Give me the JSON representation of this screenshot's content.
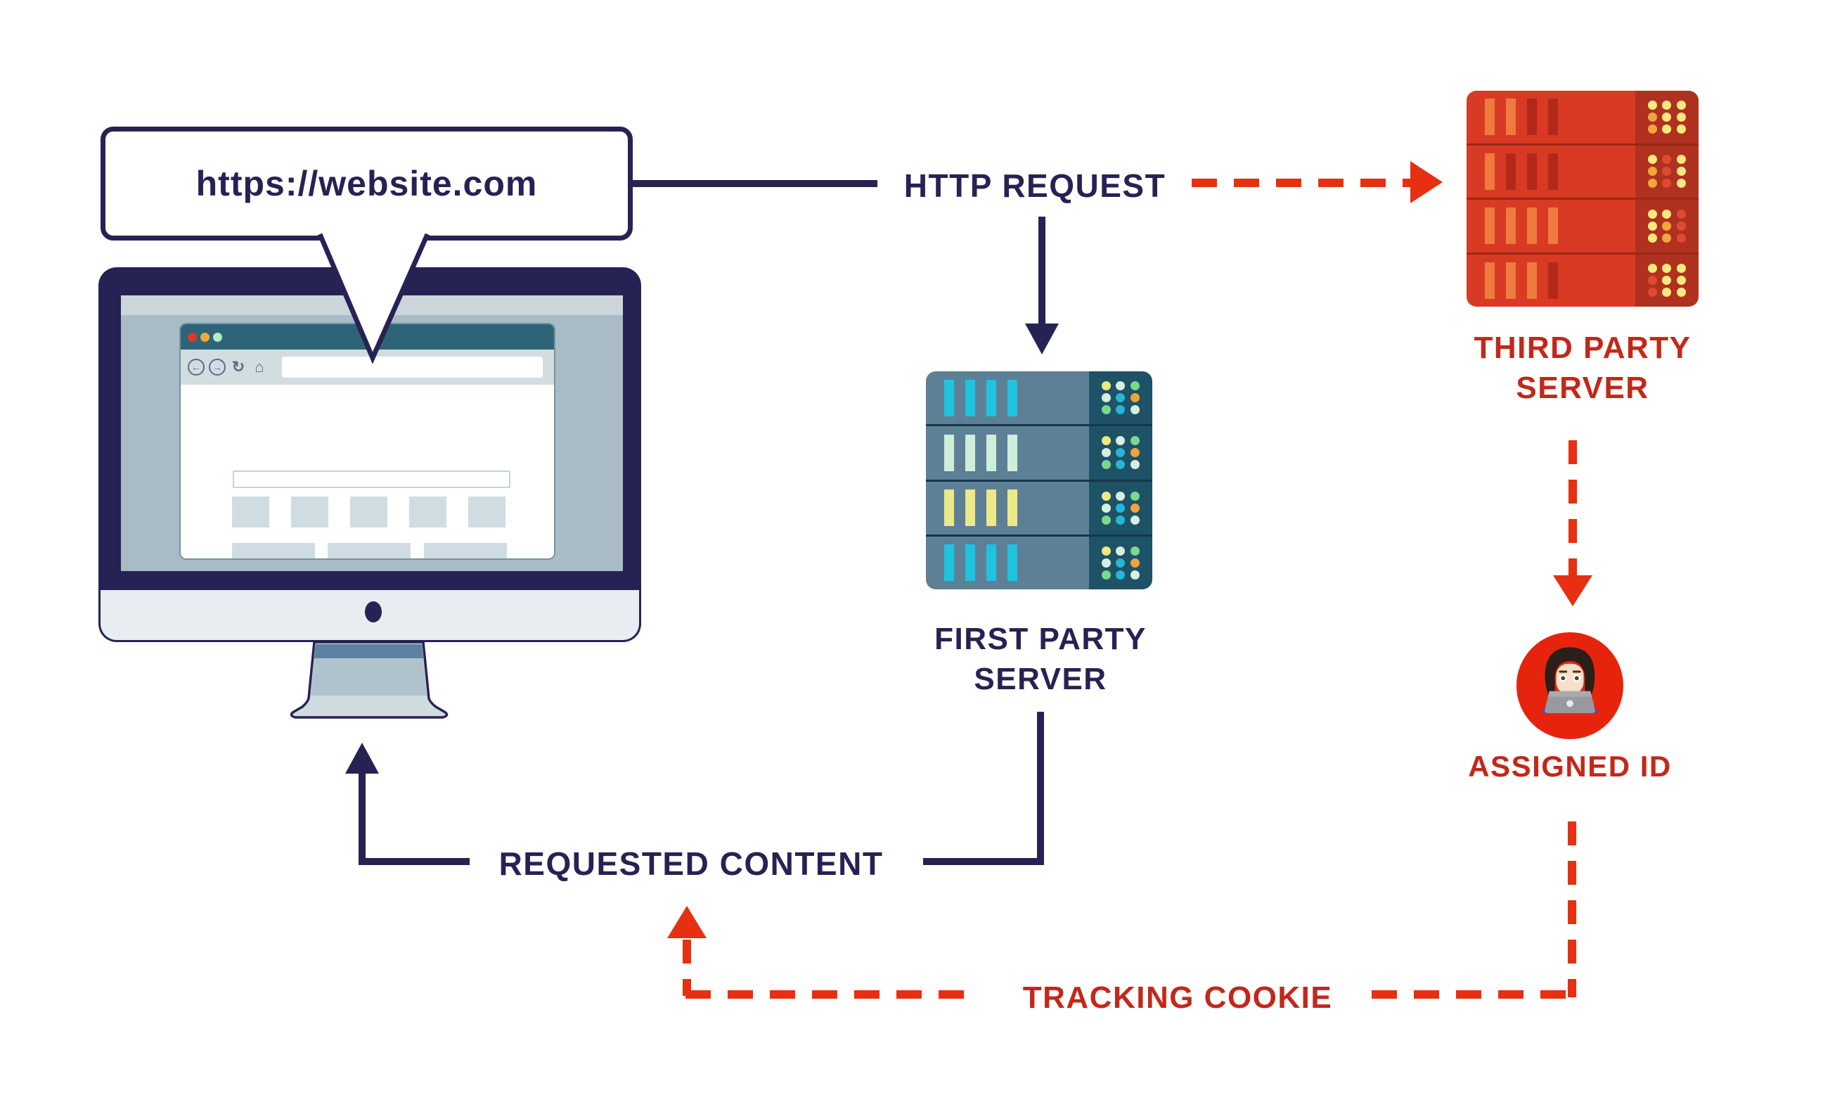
{
  "title": "Tracking cookie flow diagram",
  "colors": {
    "navy": "#272254",
    "red": "#e63011",
    "red_text": "#c2281a",
    "red_circle": "#e6240e",
    "screen_bg": "#a9bcc6",
    "screen_strip": "#ccd6da",
    "browser_titlebar": "#2e6477",
    "browser_toolbar": "#d3dde0",
    "browser_icon": "#506f8e",
    "content_block": "#cfdce1",
    "search_border": "#c3d3da",
    "chin": "#e8edf2",
    "stand_dark": "#5d82a0",
    "stand_mid": "#afc2cd",
    "stand_light": "#cfdbdf"
  },
  "bubble": {
    "url_text": "https://website.com"
  },
  "browser": {
    "titlebar_dots": [
      "#e03828",
      "#f5a83c",
      "#aeeec8"
    ],
    "toolbar_icons": [
      {
        "name": "back-icon",
        "glyph": "←",
        "circled": true
      },
      {
        "name": "forward-icon",
        "glyph": "→",
        "circled": true
      },
      {
        "name": "reload-icon",
        "glyph": "↻",
        "circled": false
      },
      {
        "name": "home-icon",
        "glyph": "⌂",
        "circled": false
      }
    ],
    "address_bar_value": "",
    "content": {
      "small_blocks": 5,
      "large_blocks": 3
    }
  },
  "labels": {
    "http_request": "HTTP REQUEST",
    "first_party_server": [
      "FIRST PARTY",
      "SERVER"
    ],
    "third_party_server": [
      "THIRD PARTY",
      "SERVER"
    ],
    "requested_content": "REQUESTED CONTENT",
    "tracking_cookie": "TRACKING COOKIE",
    "assigned_id": "ASSIGNED ID"
  },
  "servers": {
    "first_party": {
      "body": "#5d8096",
      "panel": "#1e5266",
      "separator": "#16374b",
      "slices": [
        {
          "bars": [
            "#1ec3e0",
            "#1ec3e0",
            "#1ec3e0",
            "#1ec3e0"
          ],
          "dots": [
            "#ede87f",
            "#d5efe0",
            "#7cd88c",
            "#d5efe0",
            "#25b6d8",
            "#f0a23c",
            "#7cd88c",
            "#25b6d8",
            "#d5efe0"
          ]
        },
        {
          "bars": [
            "#cfeeda",
            "#cfeeda",
            "#cfeeda",
            "#cfeeda"
          ],
          "dots": [
            "#ede87f",
            "#d5efe0",
            "#7cd88c",
            "#d5efe0",
            "#25b6d8",
            "#f0a23c",
            "#7cd88c",
            "#25b6d8",
            "#d5efe0"
          ]
        },
        {
          "bars": [
            "#ece987",
            "#ece987",
            "#ece987",
            "#ece987"
          ],
          "dots": [
            "#ede87f",
            "#d5efe0",
            "#7cd88c",
            "#d5efe0",
            "#25b6d8",
            "#f0a23c",
            "#7cd88c",
            "#25b6d8",
            "#d5efe0"
          ]
        },
        {
          "bars": [
            "#1ec3e0",
            "#1ec3e0",
            "#1ec3e0",
            "#1ec3e0"
          ],
          "dots": [
            "#ede87f",
            "#d5efe0",
            "#7cd88c",
            "#d5efe0",
            "#25b6d8",
            "#f0a23c",
            "#7cd88c",
            "#25b6d8",
            "#d5efe0"
          ]
        }
      ]
    },
    "third_party": {
      "body": "#d93a23",
      "panel": "#b03120",
      "separator": "#9c2715",
      "slices": [
        {
          "bars": [
            "#ef7a3e",
            "#ef7a3e",
            "#b2291a",
            "#b2291a"
          ],
          "dots": [
            "#f5ea80",
            "#f5ea80",
            "#f5ea80",
            "#f3a53e",
            "#f5ea80",
            "#f5ea80",
            "#f3a53e",
            "#f5ea80",
            "#f5ea80"
          ]
        },
        {
          "bars": [
            "#ef7a3e",
            "#b2291a",
            "#b2291a",
            "#b2291a"
          ],
          "dots": [
            "#f5ea80",
            "#e04a2e",
            "#f5ea80",
            "#f3a53e",
            "#e04a2e",
            "#f5ea80",
            "#f3a53e",
            "#e04a2e",
            "#f5ea80"
          ]
        },
        {
          "bars": [
            "#ef7a3e",
            "#ef7a3e",
            "#ef7a3e",
            "#ef7a3e"
          ],
          "dots": [
            "#f5ea80",
            "#f5ea80",
            "#e04a2e",
            "#f5ea80",
            "#f3a53e",
            "#e04a2e",
            "#f5ea80",
            "#f3a53e",
            "#e04a2e"
          ]
        },
        {
          "bars": [
            "#ef7a3e",
            "#ef7a3e",
            "#ef7a3e",
            "#b2291a"
          ],
          "dots": [
            "#f5ea80",
            "#f5ea80",
            "#f5ea80",
            "#e04a2e",
            "#f5ea80",
            "#f5ea80",
            "#e04a2e",
            "#f5ea80",
            "#f5ea80"
          ]
        }
      ]
    }
  },
  "person": {
    "icon": "woman-at-laptop-icon",
    "hair": "#2a2019",
    "skin": "#f6e0cb",
    "eye": "#5d3f22",
    "laptop": "#98999f",
    "laptop_lid": "#aaabb1",
    "logo": "#e9e9ec",
    "shirt": "#2b4bd0"
  }
}
